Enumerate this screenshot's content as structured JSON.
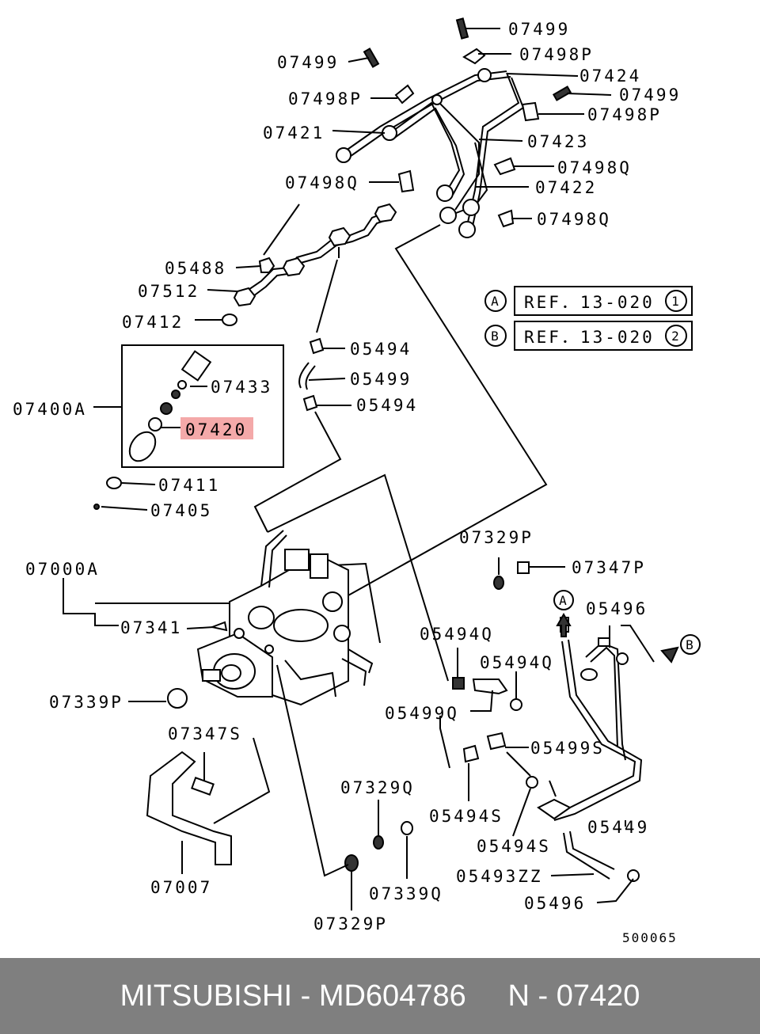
{
  "labels": {
    "p07499_top": "07499",
    "p07498P_top": "07498P",
    "p07499_left": "07499",
    "p07424": "07424",
    "p07499_right": "07499",
    "p07498P_left": "07498P",
    "p07498P_right": "07498P",
    "p07421": "07421",
    "p07423": "07423",
    "p07498Q_right": "07498Q",
    "p07498Q_left": "07498Q",
    "p07422": "07422",
    "p07498Q_lower": "07498Q",
    "p05488": "05488",
    "p07512": "07512",
    "p07412": "07412",
    "p05494_a": "05494",
    "p05499": "05499",
    "p05494_b": "05494",
    "p07433": "07433",
    "p07400A": "07400A",
    "p07420": "07420",
    "p07411": "07411",
    "p07405": "07405",
    "p07329P_top": "07329P",
    "p07000A": "07000A",
    "p07347P": "07347P",
    "p07341": "07341",
    "p05496_top": "05496",
    "p05494Q_a": "05494Q",
    "p05494Q_b": "05494Q",
    "p07339P": "07339P",
    "p05499Q": "05499Q",
    "p07347S": "07347S",
    "p05499S": "05499S",
    "p07329Q": "07329Q",
    "p05494S_a": "05494S",
    "p05449": "05449",
    "p05494S_b": "05494S",
    "p05493ZZ": "05493ZZ",
    "p07007": "07007",
    "p07339Q": "07339Q",
    "p05496_bottom": "05496",
    "p07329P_bottom": "07329P",
    "code": "500065"
  },
  "refs": [
    {
      "letter": "A",
      "text": "REF．13-020",
      "num": "1"
    },
    {
      "letter": "B",
      "text": "REF．13-020",
      "num": "2"
    }
  ],
  "arrows": {
    "a": "A",
    "b": "B"
  },
  "highlight_color": "#f4a9a9",
  "footer": "MITSUBISHI - MD604786     N - 07420"
}
